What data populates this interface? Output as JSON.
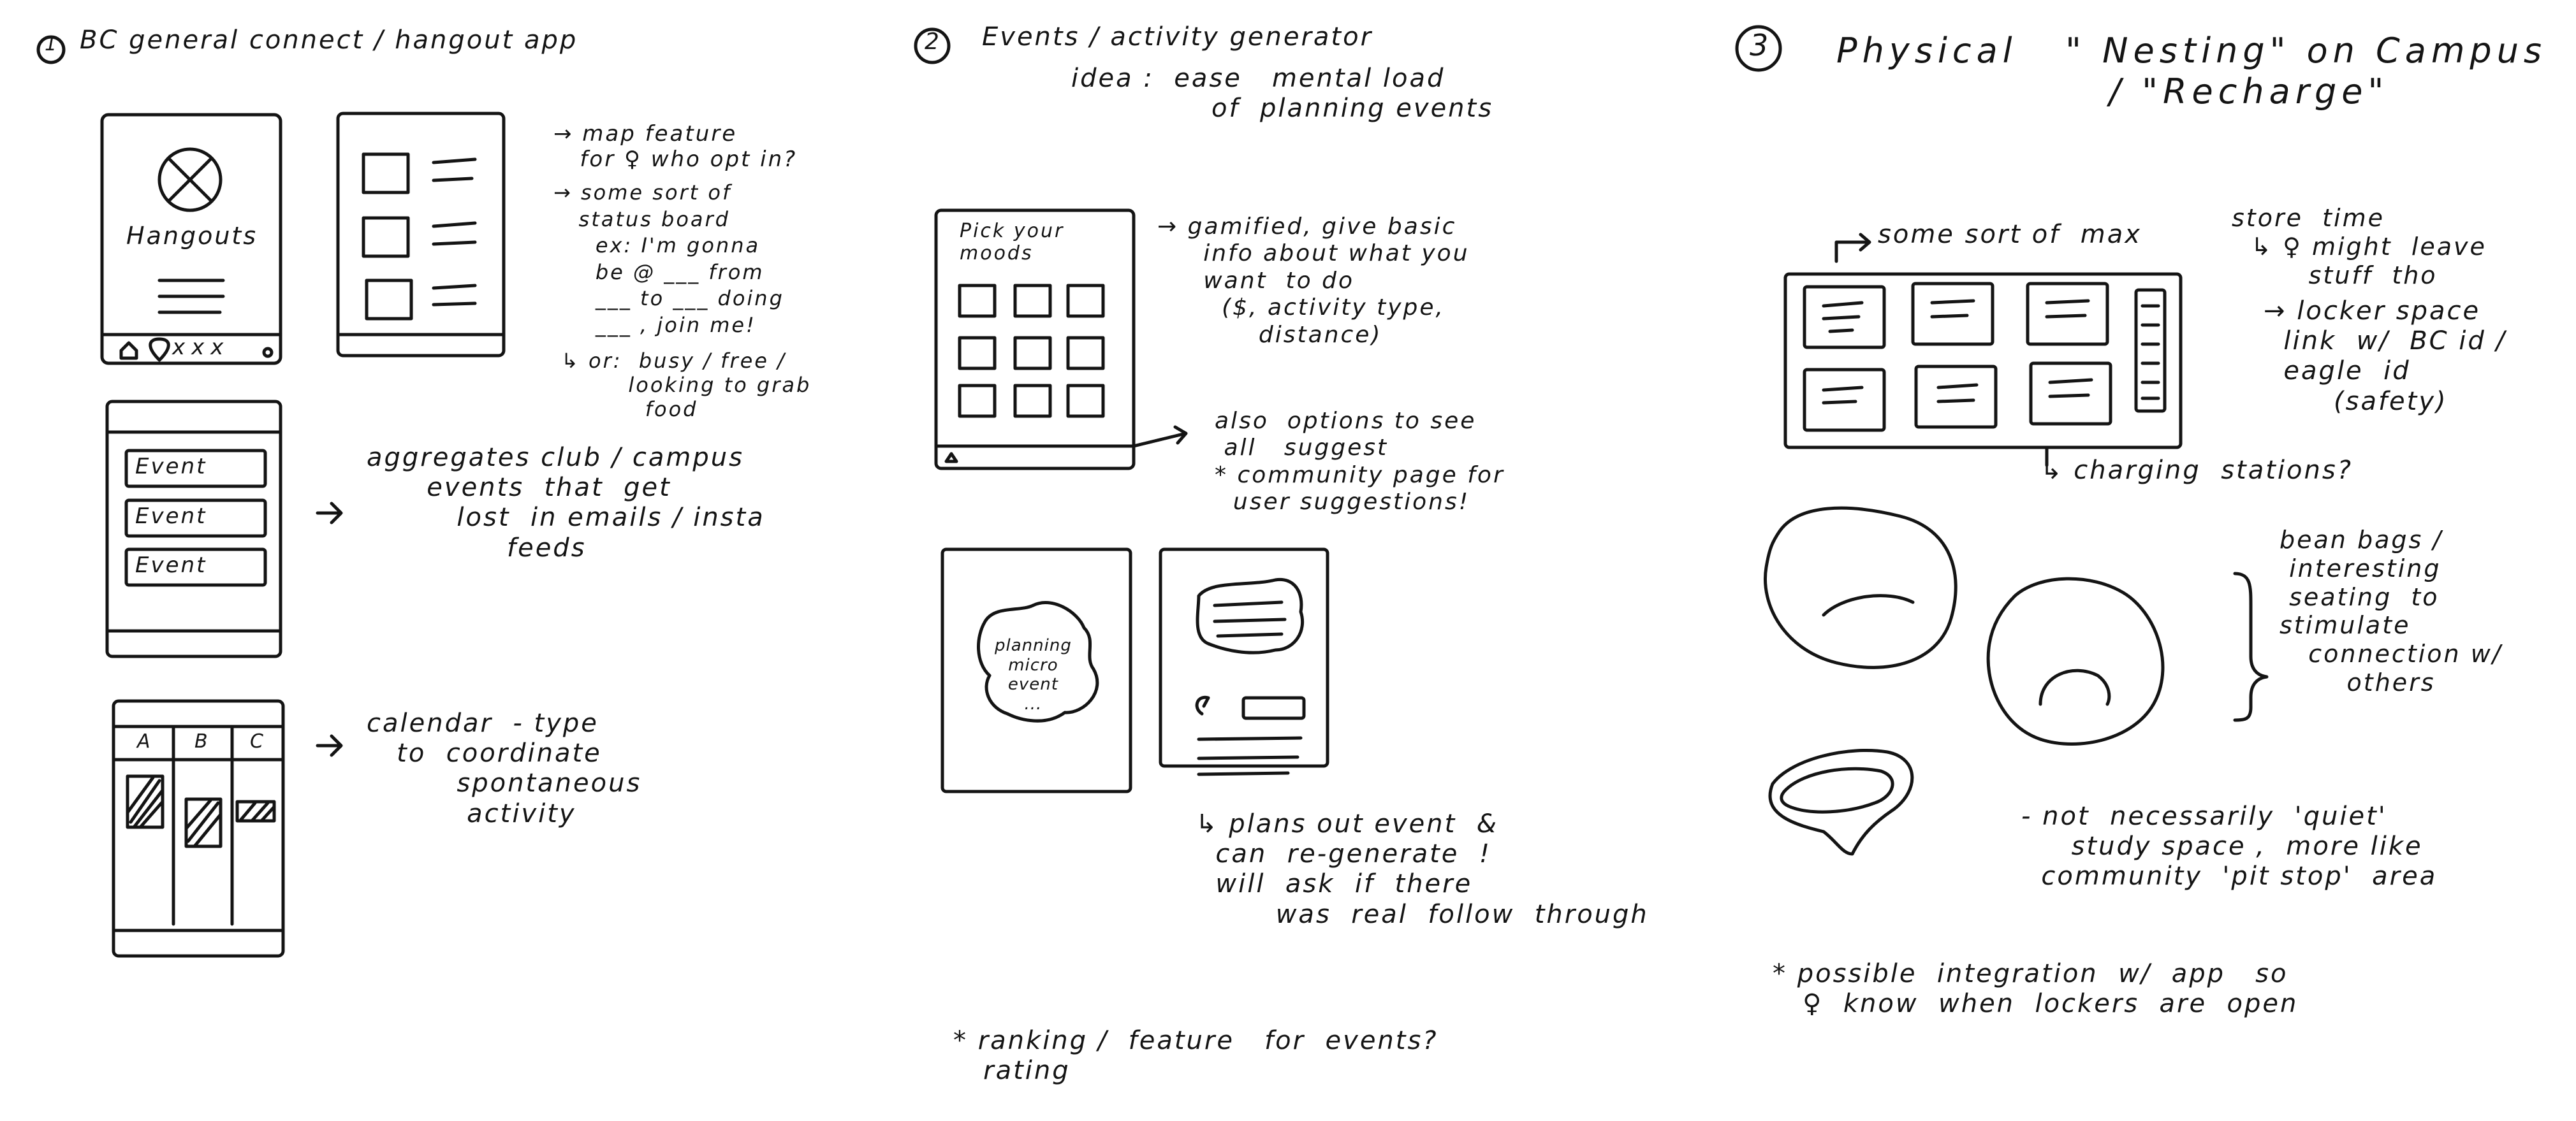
{
  "section1": {
    "number": "1",
    "title": "BC general connect / hangout app",
    "phone_title": "Hangouts",
    "nav_icons": "xxx",
    "map_note": "→ map feature\n   for ♀ who opt in?",
    "status_note": "→ some sort of\n   status board\n     ex: I'm gonna\n     be @ ___ from\n     ___ to ___ doing\n     ___ , join me!",
    "or_note": "↳ or:  busy / free /\n        looking to grab\n          food",
    "event_buttons": [
      "Event",
      "Event",
      "Event"
    ],
    "aggregate_note": "aggregates club / campus\n      events  that  get\n         lost  in emails / insta\n              feeds",
    "calendar_columns": [
      "A",
      "B",
      "C"
    ],
    "calendar_note": "calendar  - type\n   to  coordinate\n         spontaneous\n          activity"
  },
  "section2": {
    "number": "2",
    "title": "Events / activity generator",
    "idea": "idea :  ease   mental load\n              of  planning events",
    "phone_title": "Pick your\nmoods",
    "gamified_note": "→ gamified, give basic\n     info about what you\n     want  to do\n       ($, activity type,\n           distance)",
    "options_note": "also  options to see\n all   suggest\n* community page for\n  user suggestions!",
    "blob_label": "planning\nmicro\nevent\n...",
    "plans_note": "↳ plans out event  &\n  can  re-generate  !\n  will  ask  if  there\n        was  real  follow  through",
    "ranking_note": "* ranking /  feature   for  events?\n   rating"
  },
  "section3": {
    "number": "3",
    "title": "Physical   \" Nesting\" on Campus\n                 / \"Recharge\"",
    "max_note": "some sort of  max",
    "store_note": "store  time\n  ↳ ♀ might  leave\n        stuff  tho",
    "locker_note": "→ locker space\n  link  w/  BC id /\n  eagle  id\n       (safety)",
    "charging_note": "↳ charging  stations?",
    "seating_note": "bean bags /\n interesting\n seating  to\nstimulate\n   connection w/\n       others",
    "quiet_note": "- not  necessarily  'quiet'\n     study space ,  more like\n  community  'pit stop'  area",
    "integration_note": "* possible  integration  w/  app   so\n   ♀  know  when  lockers  are  open"
  }
}
